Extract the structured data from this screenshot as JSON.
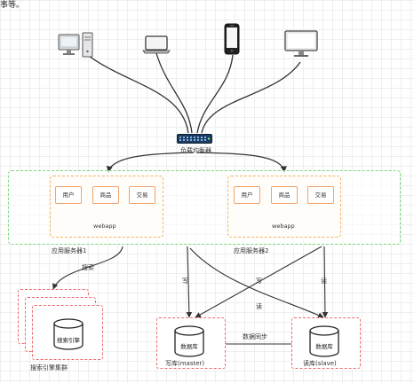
{
  "top_fragment": "事等。",
  "load_balancer_label": "负载均衡器",
  "servers": [
    {
      "module_labels": [
        "用户",
        "商品",
        "交易"
      ],
      "app_label": "webapp",
      "caption": "应用服务器1"
    },
    {
      "module_labels": [
        "用户",
        "商品",
        "交易"
      ],
      "app_label": "webapp",
      "caption": "应用服务器2"
    }
  ],
  "search": {
    "cylinder_label": "搜索引擎",
    "caption": "搜索引擎集群",
    "edge_label": "搜索"
  },
  "master": {
    "cylinder_label": "数据库",
    "caption": "写库(master)"
  },
  "slave": {
    "cylinder_label": "数据库",
    "caption": "读库(slave)"
  },
  "edges": {
    "write": "写",
    "read": "读",
    "sync": "数据同步"
  },
  "colors": {
    "cluster_border": "#7ed87e",
    "app_border": "#f2b266",
    "db_border": "#ef6a6a",
    "wire": "#333333"
  }
}
